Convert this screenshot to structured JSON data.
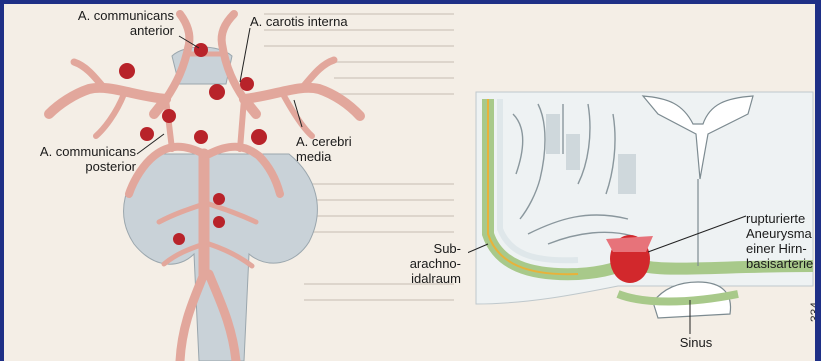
{
  "figure": {
    "left_labels": {
      "communicans_anterior": "A. communicans\nanterior",
      "carotis_interna": "A. carotis interna",
      "communicans_posterior": "A. communicans\nposterior",
      "cerebri_media": "A. cerebri\nmedia"
    },
    "right_labels": {
      "subarachnoidalraum": "Sub-\narachno-\nidalraum",
      "rupturiertes_aneurysma": "rupturierte\nAneurysma\neiner Hirn-\nbasisarterie",
      "sinus": "Sinus"
    },
    "page_number": "334"
  },
  "colors": {
    "frame": "#1e2f86",
    "paper": "#f4eee6",
    "artery": "#e2a79c",
    "aneurysm": "#b8232a",
    "brain_gray": "#c9d2d8",
    "cortex_green": "#a8c98a"
  }
}
